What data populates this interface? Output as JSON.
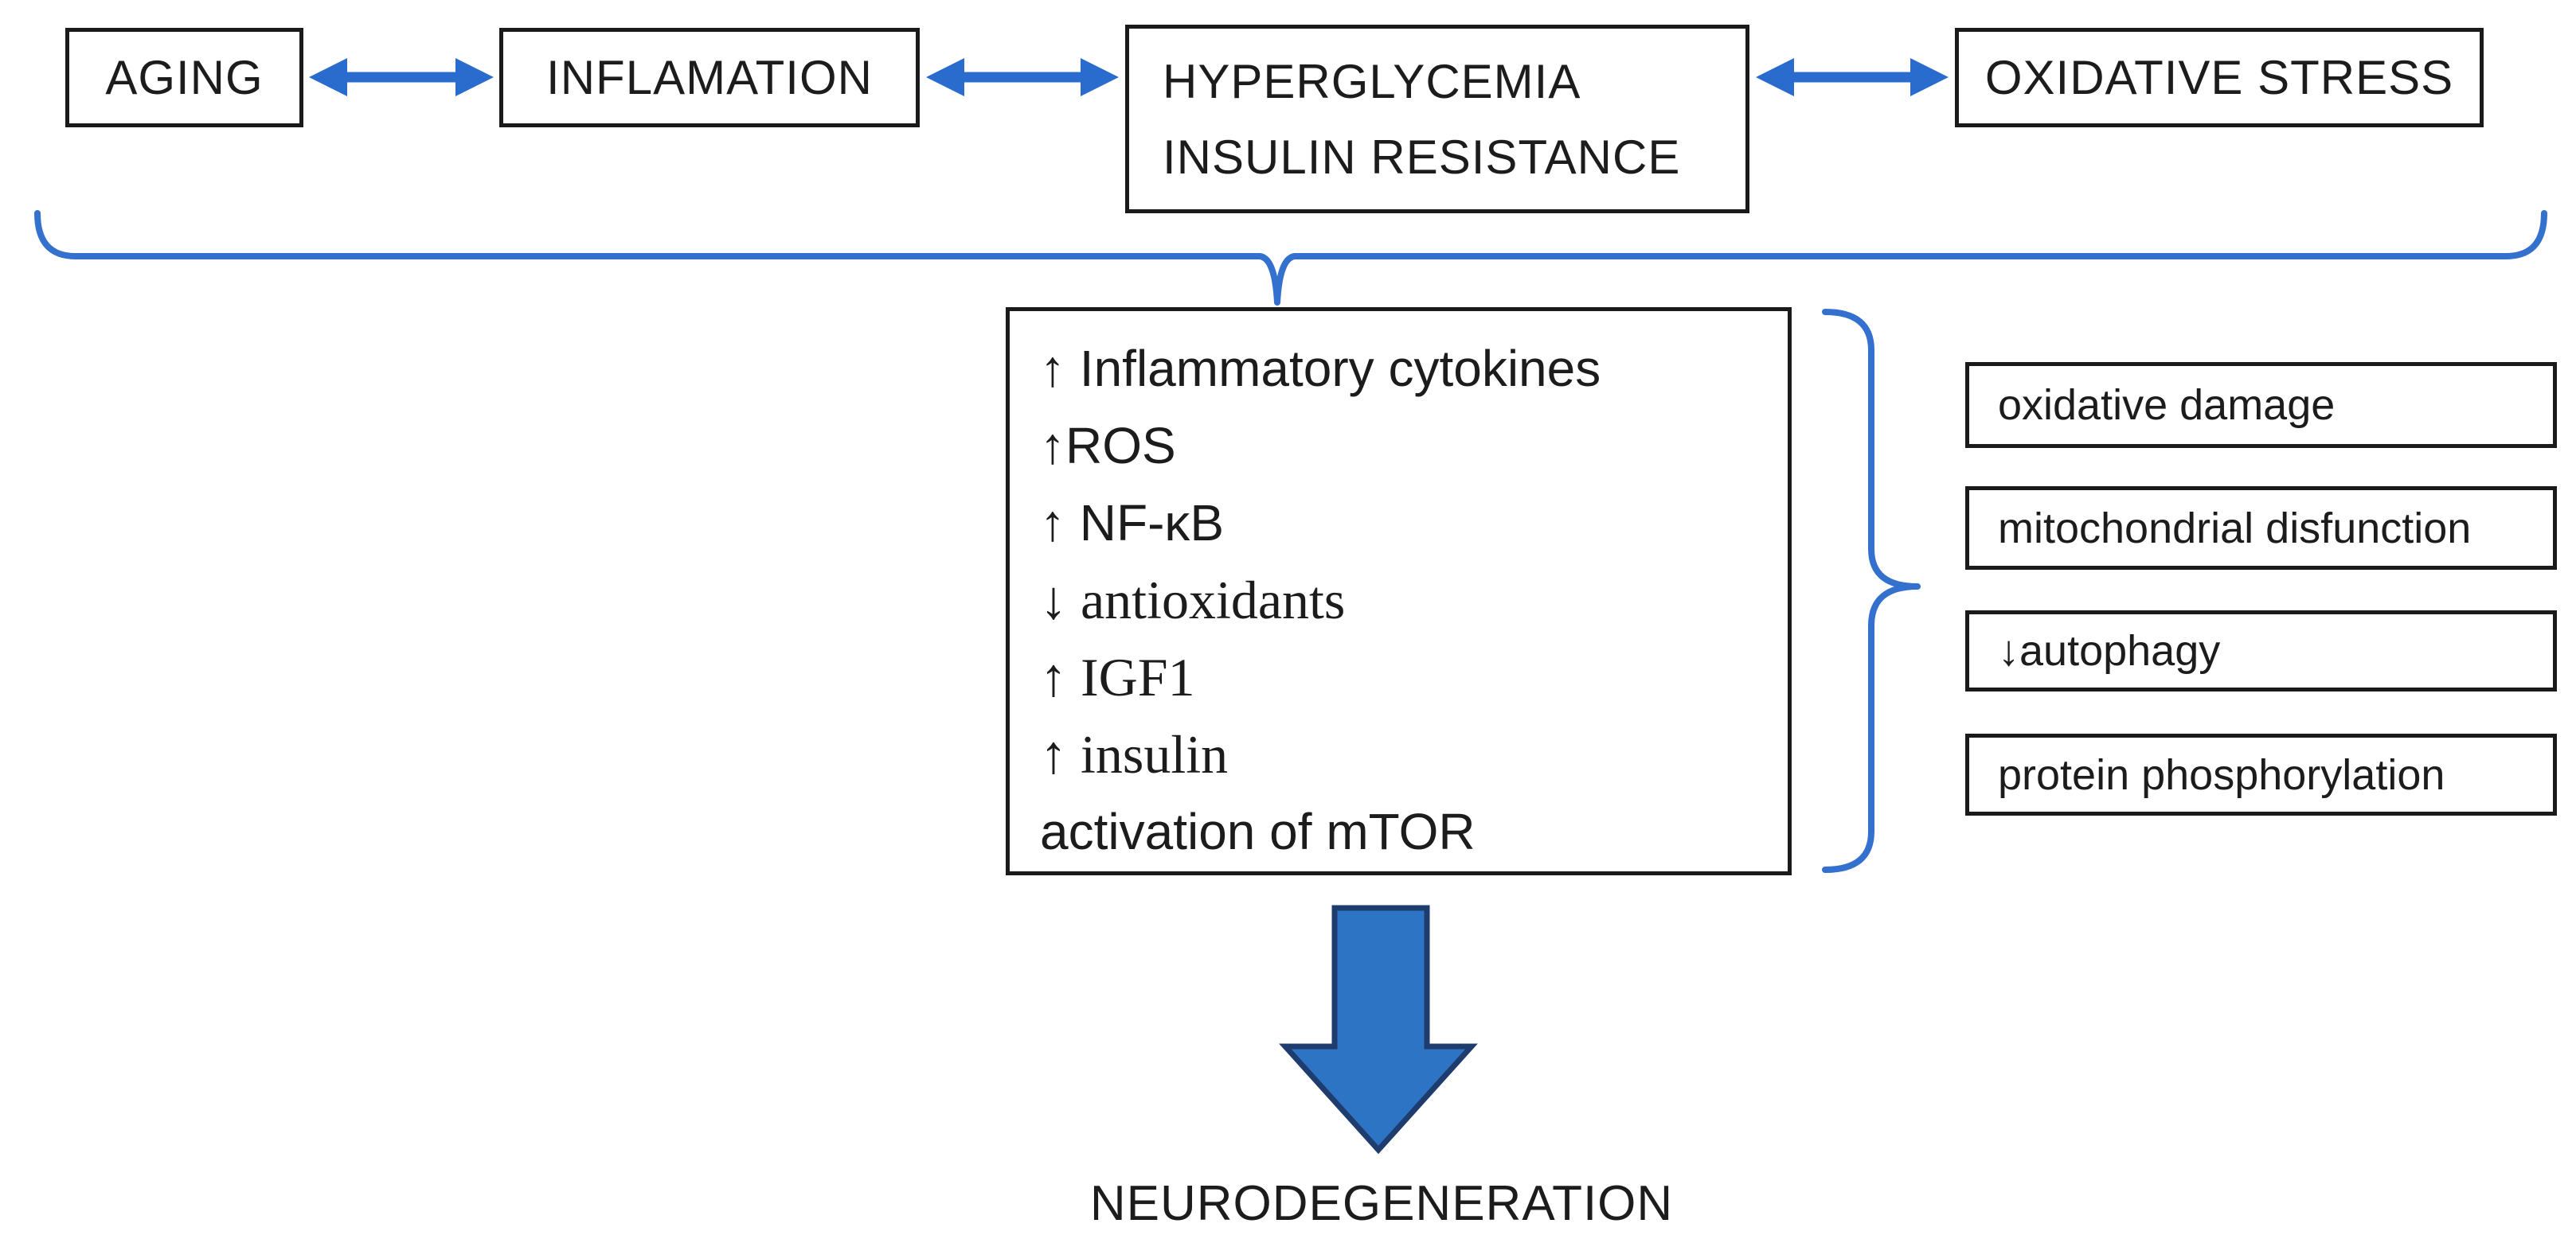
{
  "top_row": {
    "boxes": [
      {
        "label": "AGING"
      },
      {
        "label": "INFLAMATION"
      },
      {
        "lines": [
          "HYPERGLYCEMIA",
          "INSULIN RESISTANCE"
        ]
      },
      {
        "label": "OXIDATIVE STRESS"
      }
    ]
  },
  "central_box": {
    "items": [
      "↑ Inflammatory cytokines",
      "↑ROS",
      "↑ NF-κB",
      "↓ antioxidants",
      "↑ IGF1",
      "↑ insulin",
      "activation of mTOR"
    ]
  },
  "right_column": {
    "boxes": [
      "oxidative damage",
      "mitochondrial disfunction",
      "↓autophagy",
      "protein phosphorylation"
    ]
  },
  "outcome_label": "NEURODEGENERATION",
  "colors": {
    "connector_blue": "#2a6bce",
    "brace_blue": "#3470cd",
    "big_arrow_fill": "#2e74c4",
    "big_arrow_border": "#1e3c6e",
    "box_border": "#1a1a1a"
  }
}
